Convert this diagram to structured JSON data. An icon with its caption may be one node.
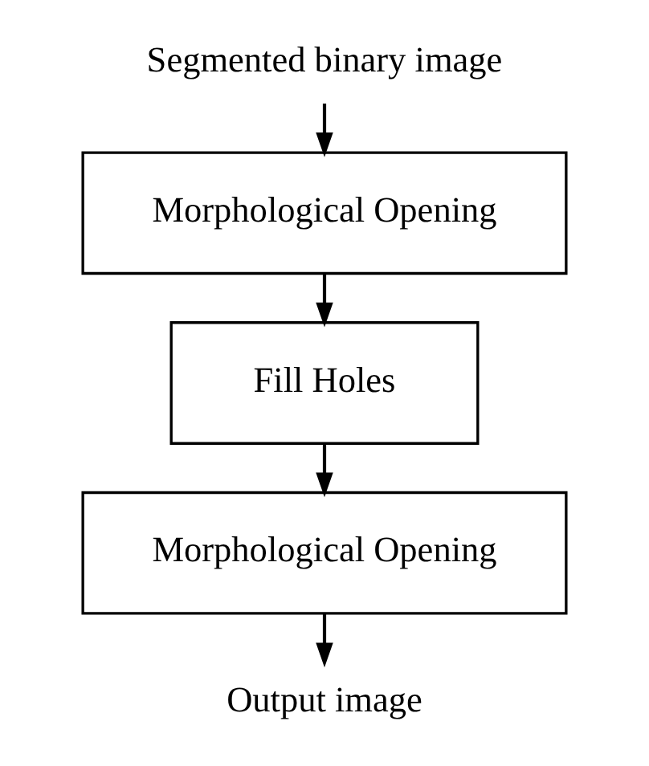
{
  "diagram": {
    "nodes": [
      {
        "text": [
          "Segmented binary image"
        ]
      },
      {
        "text": [
          "Morphological Opening"
        ]
      },
      {
        "text": [
          "Fill Holes"
        ]
      },
      {
        "text": [
          "Morphological Opening"
        ]
      },
      {
        "text": [
          "Output image"
        ]
      }
    ],
    "edges": [
      {
        "from": 0,
        "to": 1,
        "arrow": "to"
      },
      {
        "from": 1,
        "to": 2,
        "arrow": "to"
      },
      {
        "from": 2,
        "to": 3,
        "arrow": "to"
      },
      {
        "from": 3,
        "to": 4,
        "arrow": "to"
      }
    ]
  }
}
